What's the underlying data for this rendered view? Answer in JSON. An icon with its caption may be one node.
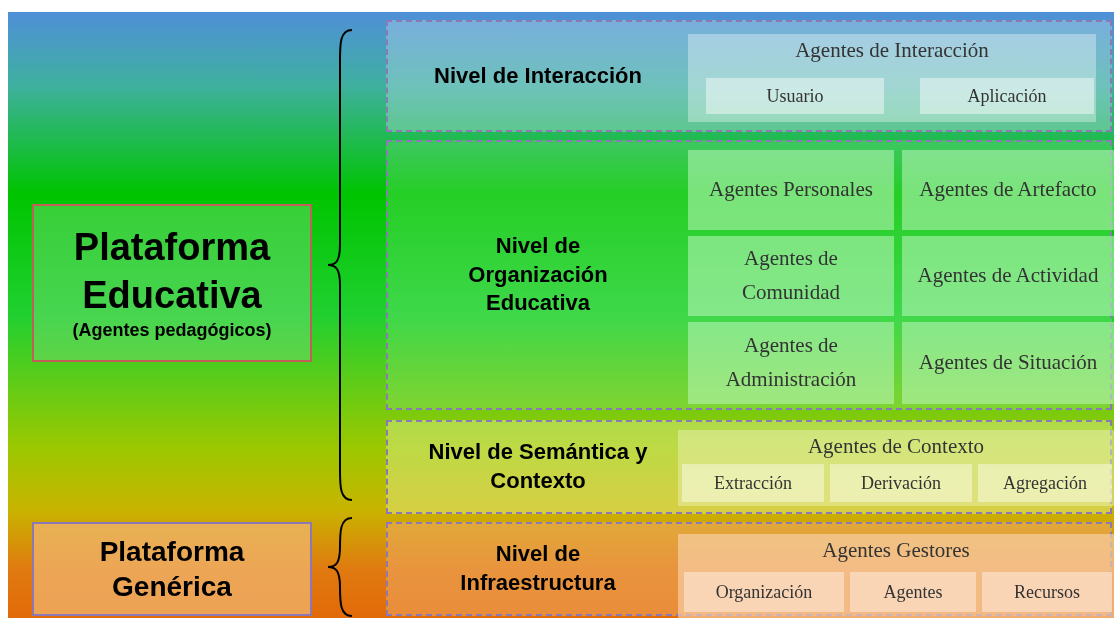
{
  "diagram": {
    "nodes": [
      {
        "text": [
          "Plataforma Educativa",
          "(Agentes pedagógicos)"
        ]
      },
      {
        "text": [
          "Plataforma Genérica"
        ]
      },
      {
        "text": [
          "Nivel de Interacción"
        ]
      },
      {
        "text": [
          "Agentes de Interacción"
        ],
        "in": 2
      },
      {
        "text": [
          "Usuario"
        ],
        "in": 3
      },
      {
        "text": [
          "Aplicación"
        ],
        "in": 3
      },
      {
        "text": [
          "Nivel de Organización Educativa"
        ]
      },
      {
        "text": [
          "Agentes Personales"
        ],
        "in": 6
      },
      {
        "text": [
          "Agentes de Artefacto"
        ],
        "in": 6
      },
      {
        "text": [
          "Agentes de Comunidad"
        ],
        "in": 6
      },
      {
        "text": [
          "Agentes de Actividad"
        ],
        "in": 6
      },
      {
        "text": [
          "Agentes de Administración"
        ],
        "in": 6
      },
      {
        "text": [
          "Agentes de Situación"
        ],
        "in": 6
      },
      {
        "text": [
          "Nivel de Semántica y Contexto"
        ]
      },
      {
        "text": [
          "Agentes de Contexto"
        ],
        "in": 13
      },
      {
        "text": [
          "Extracción"
        ],
        "in": 14
      },
      {
        "text": [
          "Derivación"
        ],
        "in": 14
      },
      {
        "text": [
          "Agregación"
        ],
        "in": 14
      },
      {
        "text": [
          "Nivel de Infraestructura"
        ]
      },
      {
        "text": [
          "Agentes Gestores"
        ],
        "in": 18
      },
      {
        "text": [
          "Organización"
        ],
        "in": 19
      },
      {
        "text": [
          "Agentes"
        ],
        "in": 19
      },
      {
        "text": [
          "Recursos"
        ],
        "in": 19
      }
    ]
  }
}
